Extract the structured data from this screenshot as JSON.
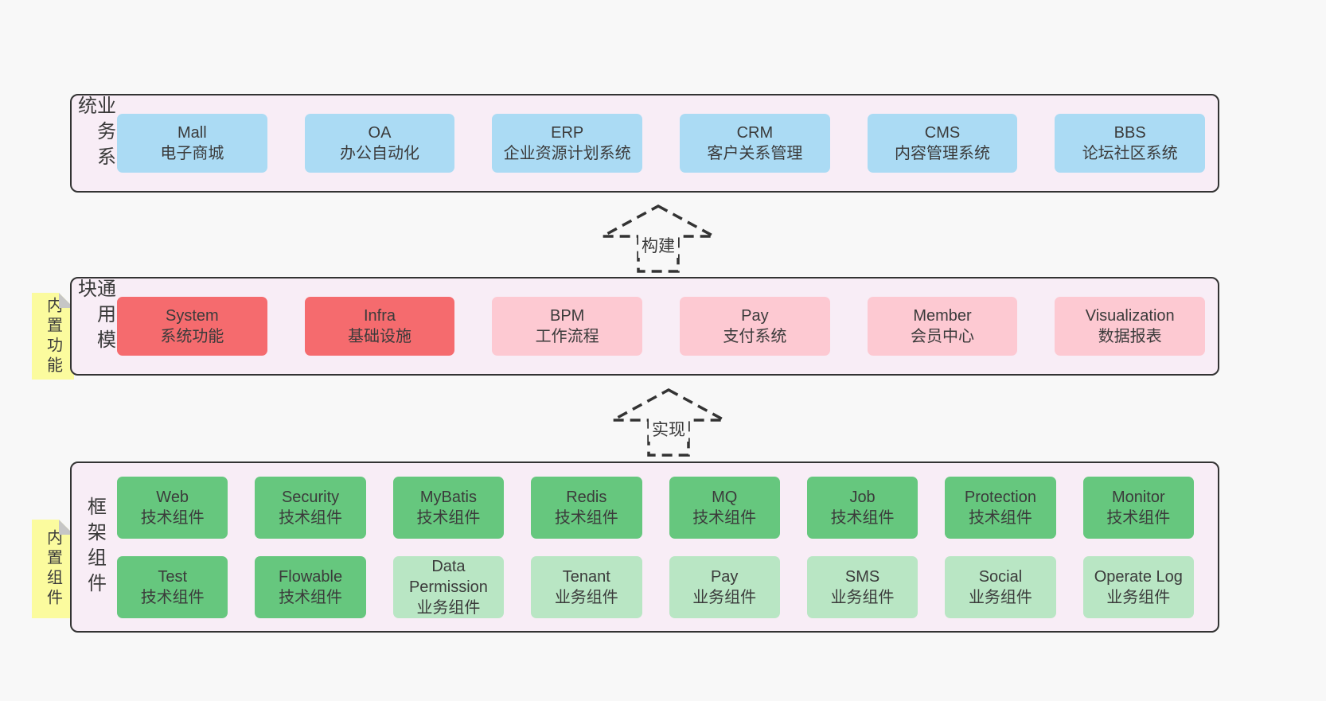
{
  "colors": {
    "blue": "#abdbf4",
    "red": "#f56b6e",
    "pink": "#fdc9d2",
    "green": "#66c77e",
    "light_green": "#b9e6c4",
    "band_bg": "#f8edf6",
    "sticky_yellow": "#fbfb9e",
    "border": "#333333",
    "page_bg": "#f8f8f8"
  },
  "arrows": [
    {
      "label": "构建"
    },
    {
      "label": "实现"
    }
  ],
  "bands": [
    {
      "label": "业务系统",
      "sticky": null,
      "rows": [
        [
          {
            "title": "Mall",
            "subtitle": "电子商城",
            "color": "blue"
          },
          {
            "title": "OA",
            "subtitle": "办公自动化",
            "color": "blue"
          },
          {
            "title": "ERP",
            "subtitle": "企业资源计划系统",
            "color": "blue"
          },
          {
            "title": "CRM",
            "subtitle": "客户关系管理",
            "color": "blue"
          },
          {
            "title": "CMS",
            "subtitle": "内容管理系统",
            "color": "blue"
          },
          {
            "title": "BBS",
            "subtitle": "论坛社区系统",
            "color": "blue"
          }
        ]
      ]
    },
    {
      "label": "通用模块",
      "sticky": "内置功能",
      "rows": [
        [
          {
            "title": "System",
            "subtitle": "系统功能",
            "color": "red"
          },
          {
            "title": "Infra",
            "subtitle": "基础设施",
            "color": "red"
          },
          {
            "title": "BPM",
            "subtitle": "工作流程",
            "color": "pink"
          },
          {
            "title": "Pay",
            "subtitle": "支付系统",
            "color": "pink"
          },
          {
            "title": "Member",
            "subtitle": "会员中心",
            "color": "pink"
          },
          {
            "title": "Visualization",
            "subtitle": "数据报表",
            "color": "pink"
          }
        ]
      ]
    },
    {
      "label": "框架组件",
      "sticky": "内置组件",
      "rows": [
        [
          {
            "title": "Web",
            "subtitle": "技术组件",
            "color": "green"
          },
          {
            "title": "Security",
            "subtitle": "技术组件",
            "color": "green"
          },
          {
            "title": "MyBatis",
            "subtitle": "技术组件",
            "color": "green"
          },
          {
            "title": "Redis",
            "subtitle": "技术组件",
            "color": "green"
          },
          {
            "title": "MQ",
            "subtitle": "技术组件",
            "color": "green"
          },
          {
            "title": "Job",
            "subtitle": "技术组件",
            "color": "green"
          },
          {
            "title": "Protection",
            "subtitle": "技术组件",
            "color": "green"
          },
          {
            "title": "Monitor",
            "subtitle": "技术组件",
            "color": "green"
          }
        ],
        [
          {
            "title": "Test",
            "subtitle": "技术组件",
            "color": "green"
          },
          {
            "title": "Flowable",
            "subtitle": "技术组件",
            "color": "green"
          },
          {
            "title": "Data Permission",
            "subtitle": "业务组件",
            "color": "light_green"
          },
          {
            "title": "Tenant",
            "subtitle": "业务组件",
            "color": "light_green"
          },
          {
            "title": "Pay",
            "subtitle": "业务组件",
            "color": "light_green"
          },
          {
            "title": "SMS",
            "subtitle": "业务组件",
            "color": "light_green"
          },
          {
            "title": "Social",
            "subtitle": "业务组件",
            "color": "light_green"
          },
          {
            "title": "Operate Log",
            "subtitle": "业务组件",
            "color": "light_green"
          }
        ]
      ]
    }
  ]
}
